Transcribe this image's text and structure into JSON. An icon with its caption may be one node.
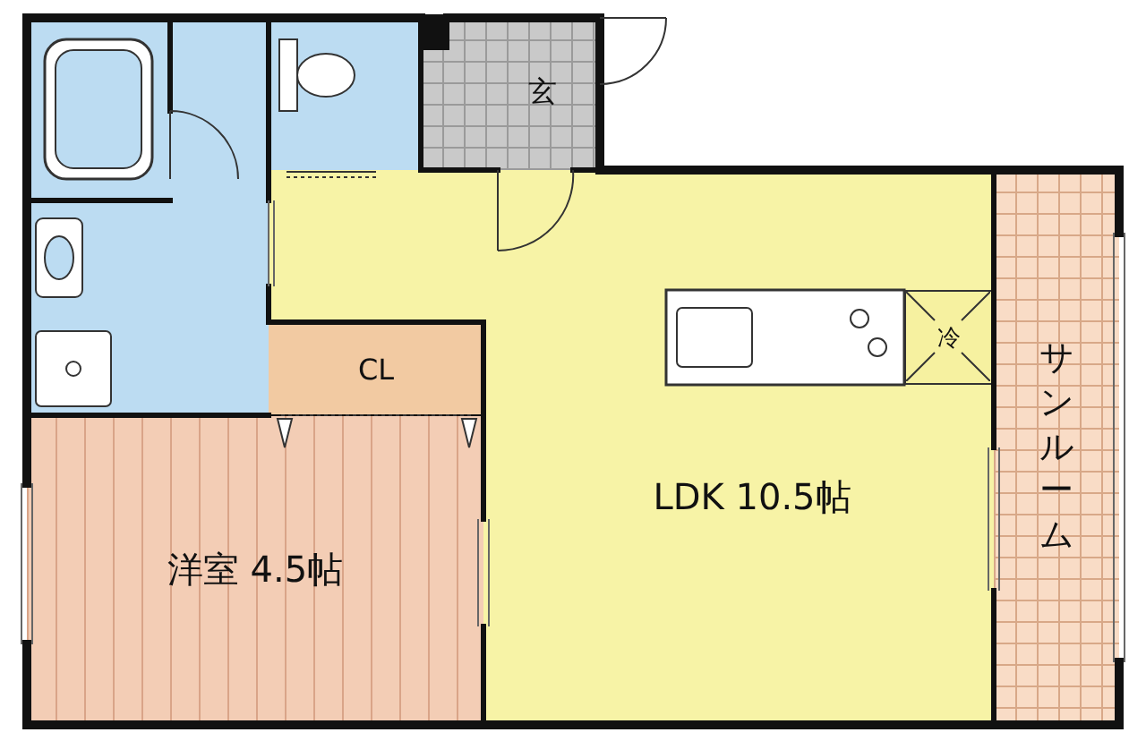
{
  "diagram": {
    "nodes": [
      {
        "text": [],
        "shape": "box"
      },
      {
        "text": [],
        "shape": "box"
      },
      {
        "text": [
          "玄"
        ]
      },
      {
        "text": [
          "LDK 10.5帖"
        ]
      },
      {
        "text": [
          "冷"
        ],
        "in": 3
      },
      {
        "text": [],
        "shape": "box"
      },
      {
        "text": [
          "CL"
        ]
      },
      {
        "text": [
          "サンルーム"
        ]
      },
      {
        "text": [
          "洋室 4.5帖"
        ]
      },
      {
        "text": [],
        "shape": "box"
      }
    ]
  }
}
